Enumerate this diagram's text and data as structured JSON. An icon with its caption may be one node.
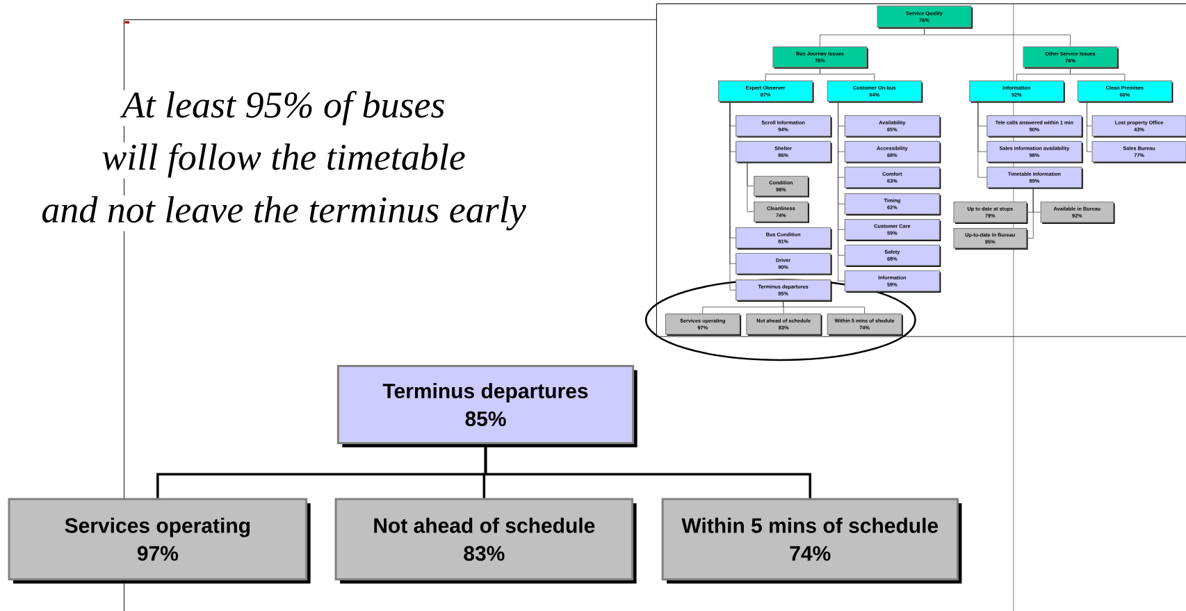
{
  "diagram": {
    "nodes": [
      {
        "text": [
          "Service Quality",
          "76%"
        ]
      },
      {
        "text": [
          "Bus Journey Issues",
          "76%"
        ]
      },
      {
        "text": [
          "Other Service Issues",
          "76%"
        ]
      },
      {
        "text": [
          "Expert Observer",
          "87%"
        ]
      },
      {
        "text": [
          "Customer On-bus",
          "64%"
        ]
      },
      {
        "text": [
          "Information",
          "92%"
        ]
      },
      {
        "text": [
          "Clean Premises",
          "60%"
        ]
      },
      {
        "text": [
          "Scroll Information",
          "94%"
        ]
      },
      {
        "text": [
          "Shelter",
          "86%"
        ]
      },
      {
        "text": [
          "Condition",
          "98%"
        ]
      },
      {
        "text": [
          "Cleanliness",
          "74%"
        ]
      },
      {
        "text": [
          "Bus Condition",
          "81%"
        ]
      },
      {
        "text": [
          "Driver",
          "90%"
        ]
      },
      {
        "text": [
          "Terminus departures",
          "85%"
        ]
      },
      {
        "text": [
          "Services operating",
          "97%"
        ]
      },
      {
        "text": [
          "Not ahead of schedule",
          "83%"
        ]
      },
      {
        "text": [
          "Within 5 mins of shedule",
          "74%"
        ]
      },
      {
        "text": [
          "Availability",
          "65%"
        ]
      },
      {
        "text": [
          "Accessibility",
          "68%"
        ]
      },
      {
        "text": [
          "Comfort",
          "63%"
        ]
      },
      {
        "text": [
          "Timing",
          "62%"
        ]
      },
      {
        "text": [
          "Customer Care",
          "59%"
        ]
      },
      {
        "text": [
          "Safety",
          "68%"
        ]
      },
      {
        "text": [
          "Information",
          "59%"
        ]
      },
      {
        "text": [
          "Tele calls answered within 1 min",
          "90%"
        ]
      },
      {
        "text": [
          "Sales information availability",
          "98%"
        ]
      },
      {
        "text": [
          "Timetable Information",
          "89%"
        ]
      },
      {
        "text": [
          "Up to date at stops",
          "79%"
        ]
      },
      {
        "text": [
          "Available in Bureau",
          "92%"
        ]
      },
      {
        "text": [
          "Up-to-date in Bureau",
          "95%"
        ]
      },
      {
        "text": [
          "Lost property Office",
          "43%"
        ]
      },
      {
        "text": [
          "Sales  Bureau",
          "77%"
        ]
      },
      {
        "text": [
          "Terminus departures",
          "85%"
        ]
      },
      {
        "text": [
          "Services operating",
          "97%"
        ]
      },
      {
        "text": [
          "Not ahead of schedule",
          "83%"
        ]
      },
      {
        "text": [
          "Within 5 mins of schedule",
          "74%"
        ]
      }
    ],
    "edges": [
      {
        "from": 0,
        "to": 1,
        "arrow": "none"
      },
      {
        "from": 0,
        "to": 2,
        "arrow": "none"
      },
      {
        "from": 1,
        "to": 3,
        "arrow": "none"
      },
      {
        "from": 1,
        "to": 4,
        "arrow": "none"
      },
      {
        "from": 2,
        "to": 5,
        "arrow": "none"
      },
      {
        "from": 2,
        "to": 6,
        "arrow": "none"
      },
      {
        "from": 3,
        "to": 7,
        "arrow": "none"
      },
      {
        "from": 3,
        "to": 8,
        "arrow": "none"
      },
      {
        "from": 8,
        "to": 9,
        "arrow": "none"
      },
      {
        "from": 8,
        "to": 10,
        "arrow": "none"
      },
      {
        "from": 3,
        "to": 11,
        "arrow": "none"
      },
      {
        "from": 3,
        "to": 12,
        "arrow": "none"
      },
      {
        "from": 3,
        "to": 13,
        "arrow": "none"
      },
      {
        "from": 13,
        "to": 14,
        "arrow": "none"
      },
      {
        "from": 13,
        "to": 15,
        "arrow": "none"
      },
      {
        "from": 13,
        "to": 16,
        "arrow": "none"
      },
      {
        "from": 4,
        "to": 17,
        "arrow": "none"
      },
      {
        "from": 4,
        "to": 18,
        "arrow": "none"
      },
      {
        "from": 4,
        "to": 19,
        "arrow": "none"
      },
      {
        "from": 4,
        "to": 20,
        "arrow": "none"
      },
      {
        "from": 4,
        "to": 21,
        "arrow": "none"
      },
      {
        "from": 4,
        "to": 22,
        "arrow": "none"
      },
      {
        "from": 4,
        "to": 23,
        "arrow": "none"
      },
      {
        "from": 5,
        "to": 24,
        "arrow": "none"
      },
      {
        "from": 5,
        "to": 25,
        "arrow": "none"
      },
      {
        "from": 5,
        "to": 26,
        "arrow": "none"
      },
      {
        "from": 26,
        "to": 27,
        "arrow": "none"
      },
      {
        "from": 26,
        "to": 28,
        "arrow": "none"
      },
      {
        "from": 26,
        "to": 29,
        "arrow": "none"
      },
      {
        "from": 6,
        "to": 30,
        "arrow": "none"
      },
      {
        "from": 6,
        "to": 31,
        "arrow": "none"
      },
      {
        "from": 32,
        "to": 33,
        "arrow": "none",
        "style": "thick"
      },
      {
        "from": 32,
        "to": 34,
        "arrow": "none",
        "style": "thick"
      },
      {
        "from": 32,
        "to": 35,
        "arrow": "none",
        "style": "thick"
      }
    ],
    "labels": [
      "At least 95% of buses",
      "will follow the timetable",
      "and not leave the terminus early"
    ]
  }
}
